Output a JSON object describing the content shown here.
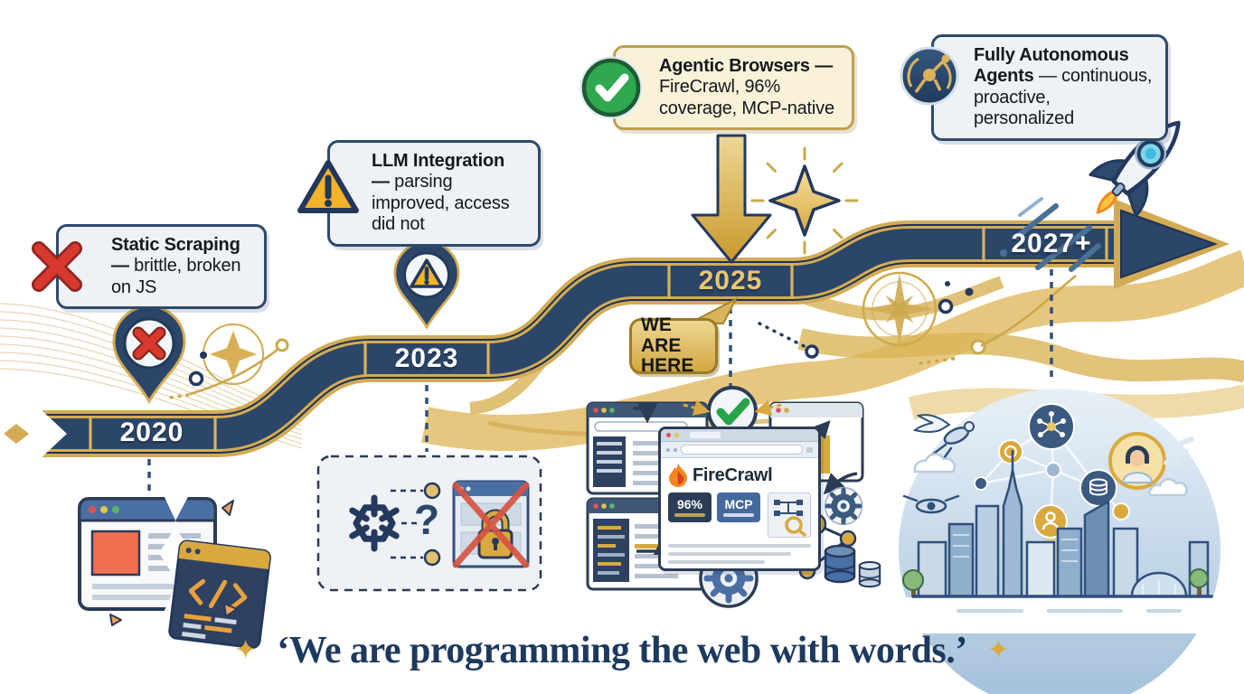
{
  "callouts": {
    "static_scraping": {
      "title": "Static Scraping —",
      "body": "brittle, broken on JS"
    },
    "llm_integration": {
      "title": "LLM Integration —",
      "body": "parsing improved, access did not"
    },
    "agentic_browsers": {
      "title": "Agentic Browsers —",
      "body": "FireCrawl, 96% coverage, MCP-native"
    },
    "autonomous_agents": {
      "title": "Fully Autonomous Agents",
      "body": "— continuous, proactive, personalized"
    }
  },
  "timeline": {
    "years": [
      {
        "label": "2020"
      },
      {
        "label": "2023"
      },
      {
        "label": "2025"
      },
      {
        "label": "2027+"
      }
    ],
    "marker": {
      "line1": "WE ARE",
      "line2": "HERE"
    }
  },
  "firecrawl_window": {
    "brand": "FireCrawl",
    "coverage_badge": "96%",
    "mcp_badge": "MCP"
  },
  "llm_box": {
    "question_mark": "?"
  },
  "quote": {
    "text": "‘We are programming the web with words.’"
  },
  "colors": {
    "navy": "#2b4668",
    "band_gold": "#d3ab55",
    "gold": "#c9a84c",
    "cream": "#f9f1d8",
    "panel": "#eef1f6",
    "red": "#d7392f",
    "green": "#2fa84f",
    "warning": "#f3b229"
  }
}
